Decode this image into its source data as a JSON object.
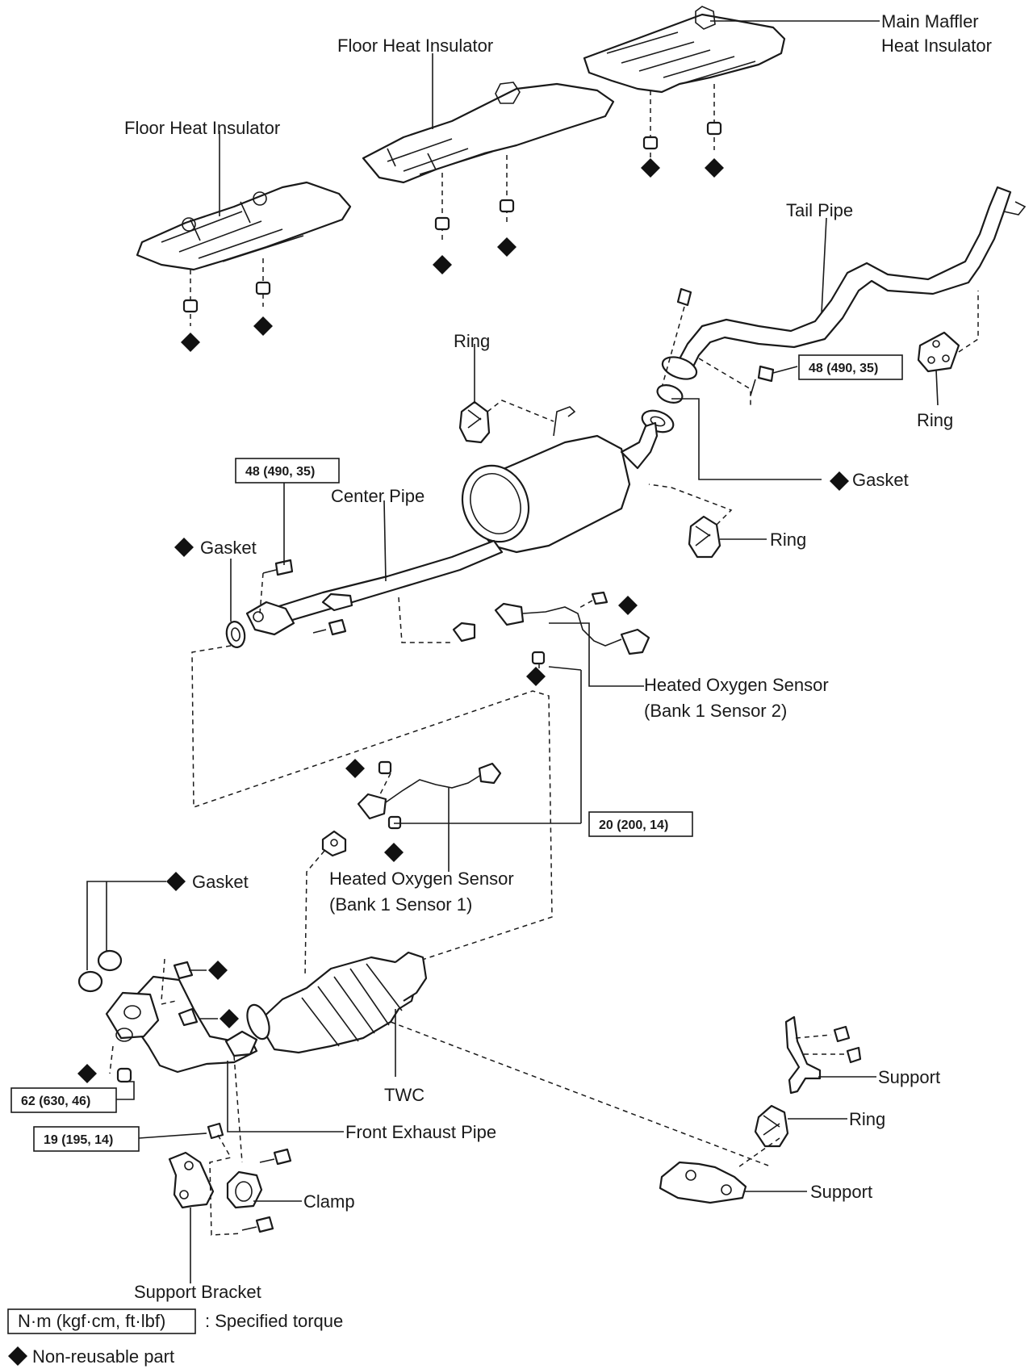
{
  "labels": {
    "main_muffler_heat_insulator": [
      "Main Maffler",
      "Heat Insulator"
    ],
    "floor_heat_insulator_center": "Floor Heat Insulator",
    "floor_heat_insulator_left": "Floor Heat Insulator",
    "tail_pipe": "Tail Pipe",
    "ring_upper_left": "Ring",
    "ring_right": "Ring",
    "ring_center": "Ring",
    "ring_lower_right": "Ring",
    "gasket_tail": "Gasket",
    "gasket_center_pipe": "Gasket",
    "gasket_front": "Gasket",
    "center_pipe": "Center Pipe",
    "ho2s_sensor2": [
      "Heated Oxygen Sensor",
      "(Bank 1 Sensor 2)"
    ],
    "ho2s_sensor1": [
      "Heated Oxygen Sensor",
      "(Bank 1 Sensor 1)"
    ],
    "twc": "TWC",
    "front_exhaust_pipe": "Front Exhaust Pipe",
    "support_upper": "Support",
    "support_lower": "Support",
    "clamp": "Clamp",
    "support_bracket": "Support Bracket"
  },
  "torques": {
    "tail_pipe_bolt": "48 (490, 35)",
    "center_pipe_bolt": "48 (490, 35)",
    "oxygen_sensor_nut": "20 (200, 14)",
    "front_pipe_nut": "62 (630, 46)",
    "support_bracket_bolt": "19 (195, 14)"
  },
  "legend": {
    "torque_unit": "N·m (kgf·cm, ft·lbf)",
    "torque_desc": ": Specified torque",
    "nonreusable_desc": "Non-reusable part"
  }
}
